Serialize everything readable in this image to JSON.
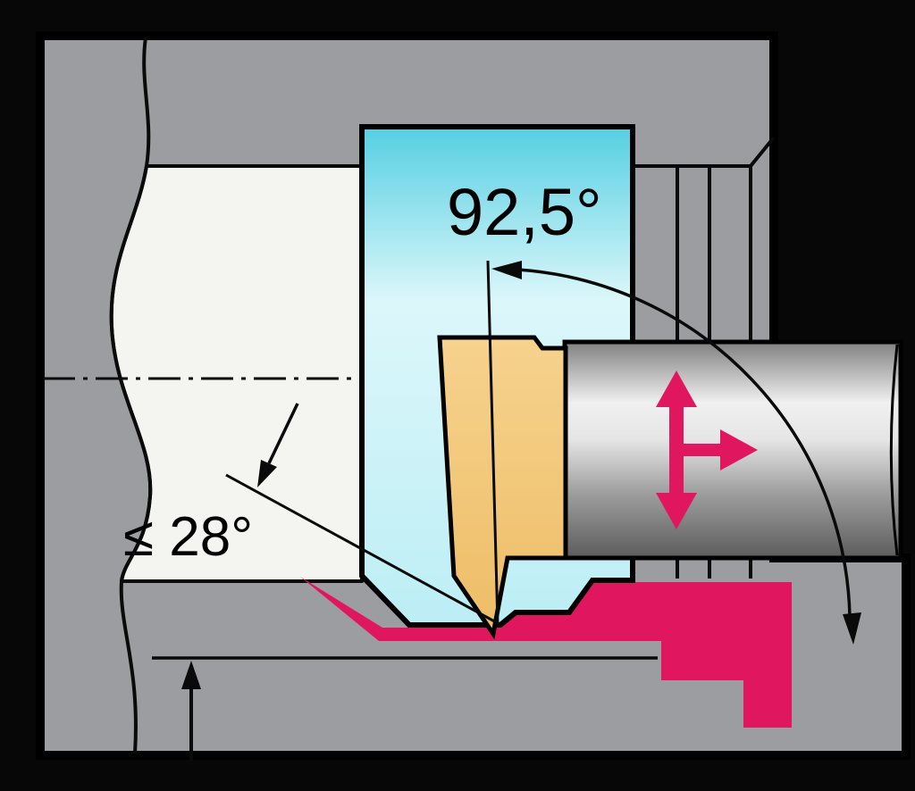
{
  "title": "Internal turning tool entering-angle diagram",
  "labels": {
    "lead_angle": "92,5°",
    "ramp_angle": "≤ 28°"
  },
  "colors": {
    "background": "#070707",
    "workpiece": "#9b9da0",
    "bore": "#f4f4f1",
    "tool_top": "#55cfe2",
    "tool_mid": "#dcf7fa",
    "tool_bottom": "#bceef5",
    "insert_top": "#f6d28e",
    "insert_bottom": "#eebd66",
    "highlight": "#e0175e",
    "shank_edge": "#808080",
    "shank_light": "#f0f0f0",
    "shank_dark": "#5c5c5c"
  }
}
